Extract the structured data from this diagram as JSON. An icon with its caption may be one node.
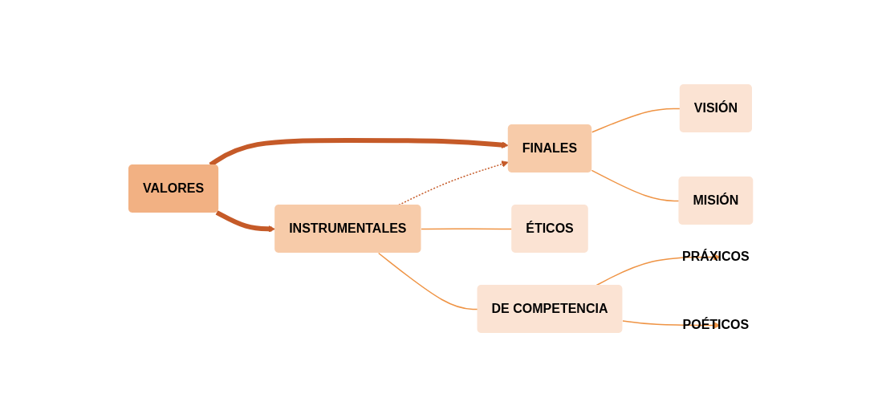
{
  "diagram": {
    "nodes": [
      {
        "text": [
          "VALORES"
        ]
      },
      {
        "text": [
          "FINALES"
        ]
      },
      {
        "text": [
          "INSTRUMENTALES"
        ]
      },
      {
        "text": [
          "VISIÓN"
        ]
      },
      {
        "text": [
          "MISIÓN"
        ]
      },
      {
        "text": [
          "ÉTICOS"
        ]
      },
      {
        "text": [
          "DE COMPETENCIA"
        ]
      },
      {
        "text": [
          "PRÁXICOS"
        ]
      },
      {
        "text": [
          "POÉTICOS"
        ]
      }
    ],
    "edges": [
      {
        "from": 0,
        "to": 1,
        "arrow": "to",
        "style": "thick",
        "color": "#c55a28"
      },
      {
        "from": 0,
        "to": 2,
        "arrow": "to",
        "style": "thick",
        "color": "#c55a28"
      },
      {
        "from": 2,
        "to": 1,
        "arrow": "to",
        "style": "dashed",
        "color": "#c55a28"
      },
      {
        "from": 1,
        "to": 3,
        "arrow": "none"
      },
      {
        "from": 1,
        "to": 4,
        "arrow": "none"
      },
      {
        "from": 2,
        "to": 5,
        "arrow": "none"
      },
      {
        "from": 2,
        "to": 6,
        "arrow": "none"
      },
      {
        "from": 6,
        "to": 7,
        "arrow": "to"
      },
      {
        "from": 6,
        "to": 8,
        "arrow": "to"
      }
    ]
  }
}
